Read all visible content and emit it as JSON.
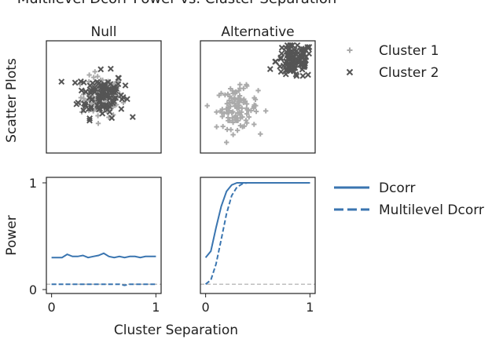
{
  "figure": {
    "title": "Multilevel Dcorr Power vs. Cluster Separation",
    "panel_titles": {
      "null": "Null",
      "alternative": "Alternative"
    },
    "row_labels": {
      "scatter": "Scatter Plots",
      "power": "Power"
    },
    "xlabel": "Cluster Separation"
  },
  "colors": {
    "cluster1": "#aaaaaa",
    "cluster2": "#555555",
    "dcorr": "#3a75b0",
    "multilevel": "#3a75b0",
    "reference": "#aaaaaa",
    "axis": "#222222"
  },
  "chart_data": [
    {
      "type": "scatter",
      "panel": "null",
      "legend_placement": "right",
      "series": [
        {
          "name": "Cluster 1",
          "marker": "plus",
          "center": [
            0.48,
            0.5
          ],
          "spread": 0.09
        },
        {
          "name": "Cluster 2",
          "marker": "x",
          "center": [
            0.48,
            0.52
          ],
          "spread": 0.1
        }
      ],
      "xlim": [
        0,
        1
      ],
      "ylim": [
        0,
        1
      ],
      "ticks": "none"
    },
    {
      "type": "scatter",
      "panel": "alternative",
      "series": [
        {
          "name": "Cluster 1",
          "marker": "plus",
          "center": [
            0.32,
            0.4
          ],
          "spread": 0.09
        },
        {
          "name": "Cluster 2",
          "marker": "x",
          "center": [
            0.82,
            0.82
          ],
          "spread": 0.08
        }
      ],
      "xlim": [
        0,
        1
      ],
      "ylim": [
        0,
        1
      ],
      "ticks": "none"
    },
    {
      "type": "line",
      "panel": "null",
      "legend_placement": "right",
      "x": [
        0,
        0.05,
        0.1,
        0.15,
        0.2,
        0.25,
        0.3,
        0.35,
        0.4,
        0.45,
        0.5,
        0.55,
        0.6,
        0.65,
        0.7,
        0.75,
        0.8,
        0.85,
        0.9,
        0.95,
        1
      ],
      "series": [
        {
          "name": "Dcorr",
          "style": "solid",
          "values": [
            0.3,
            0.3,
            0.3,
            0.33,
            0.31,
            0.31,
            0.32,
            0.3,
            0.31,
            0.32,
            0.34,
            0.31,
            0.3,
            0.31,
            0.3,
            0.31,
            0.31,
            0.3,
            0.31,
            0.31,
            0.31
          ]
        },
        {
          "name": "Multilevel Dcorr",
          "style": "dashed",
          "values": [
            0.05,
            0.05,
            0.05,
            0.05,
            0.05,
            0.05,
            0.05,
            0.05,
            0.05,
            0.05,
            0.05,
            0.05,
            0.05,
            0.05,
            0.04,
            0.05,
            0.05,
            0.05,
            0.05,
            0.05,
            0.05
          ]
        }
      ],
      "reference_line": 0.05,
      "xlim": [
        -0.05,
        1.05
      ],
      "ylim": [
        0,
        1
      ],
      "xticks": [
        "0",
        "1"
      ],
      "yticks": [
        "0",
        "1"
      ]
    },
    {
      "type": "line",
      "panel": "alternative",
      "x": [
        0,
        0.05,
        0.1,
        0.15,
        0.2,
        0.25,
        0.3,
        0.35,
        0.4,
        0.45,
        0.5,
        0.55,
        0.6,
        0.65,
        0.7,
        0.75,
        0.8,
        0.85,
        0.9,
        0.95,
        1
      ],
      "series": [
        {
          "name": "Dcorr",
          "style": "solid",
          "values": [
            0.3,
            0.36,
            0.58,
            0.78,
            0.92,
            0.98,
            1.0,
            1.0,
            1.0,
            1.0,
            1.0,
            1.0,
            1.0,
            1.0,
            1.0,
            1.0,
            1.0,
            1.0,
            1.0,
            1.0,
            1.0
          ]
        },
        {
          "name": "Multilevel Dcorr",
          "style": "dashed",
          "values": [
            0.05,
            0.09,
            0.24,
            0.47,
            0.71,
            0.88,
            0.96,
            0.99,
            1.0,
            1.0,
            1.0,
            1.0,
            1.0,
            1.0,
            1.0,
            1.0,
            1.0,
            1.0,
            1.0,
            1.0,
            1.0
          ]
        }
      ],
      "reference_line": 0.05,
      "xlim": [
        -0.05,
        1.05
      ],
      "ylim": [
        0,
        1
      ],
      "xticks": [
        "0",
        "1"
      ],
      "yticks": []
    }
  ]
}
